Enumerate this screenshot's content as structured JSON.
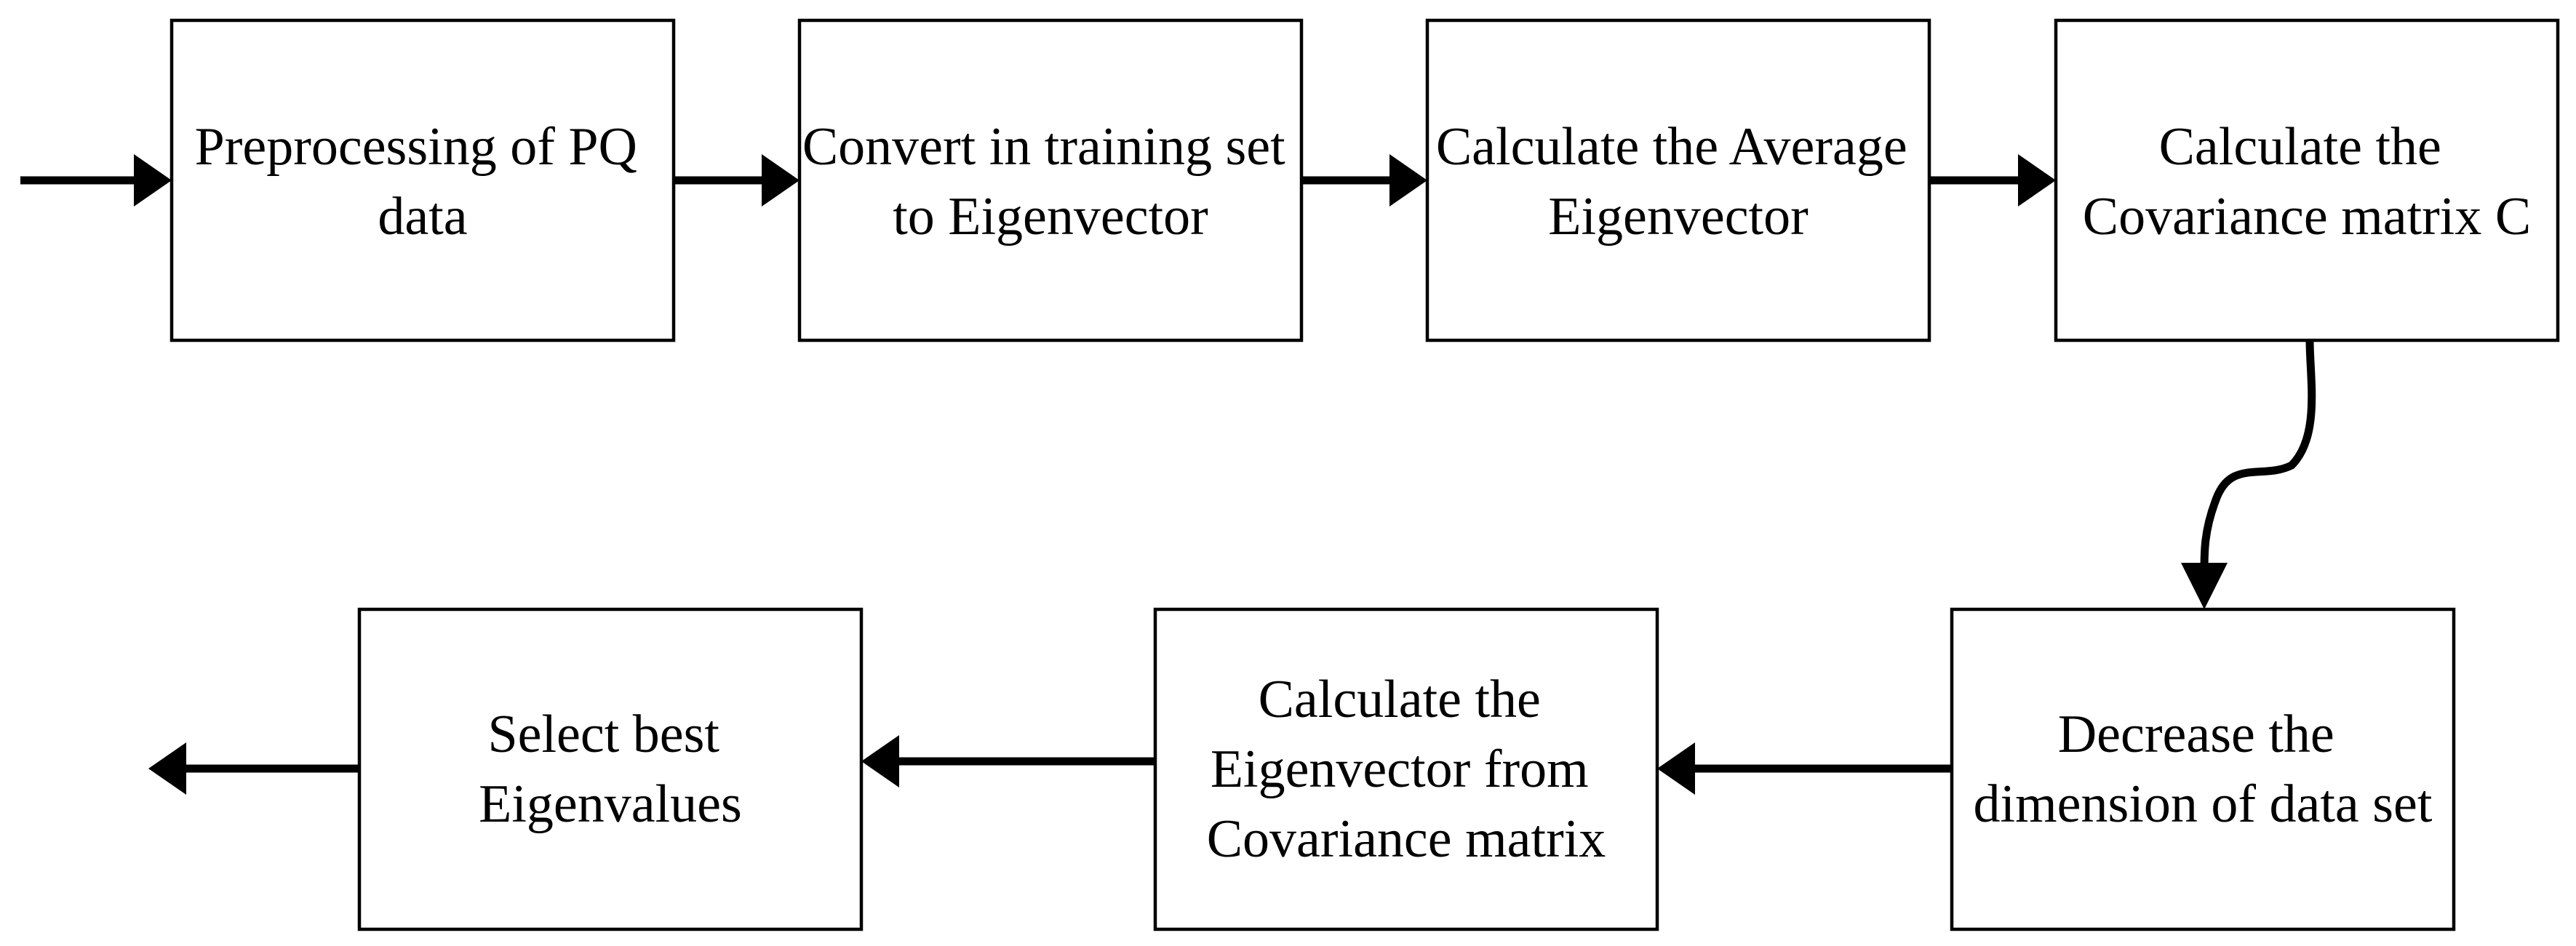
{
  "steps": [
    {
      "id": "preprocessing",
      "lines": [
        "Preprocessing of PQ",
        "data"
      ]
    },
    {
      "id": "convert-eigenvector",
      "lines": [
        "Convert in training set",
        "to Eigenvector"
      ]
    },
    {
      "id": "average-eigenvector",
      "lines": [
        "Calculate the Average",
        "Eigenvector"
      ]
    },
    {
      "id": "covariance-matrix",
      "lines": [
        "Calculate the",
        "Covariance matrix C"
      ]
    },
    {
      "id": "decrease-dimension",
      "lines": [
        "Decrease the",
        "dimension of data set"
      ]
    },
    {
      "id": "eigenvector-from-covariance",
      "lines": [
        "Calculate the",
        "Eigenvector from",
        "Covariance matrix"
      ]
    },
    {
      "id": "select-eigenvalues",
      "lines": [
        "Select best",
        "Eigenvalues"
      ]
    }
  ],
  "colors": {
    "stroke": "#000000",
    "background": "#ffffff"
  }
}
